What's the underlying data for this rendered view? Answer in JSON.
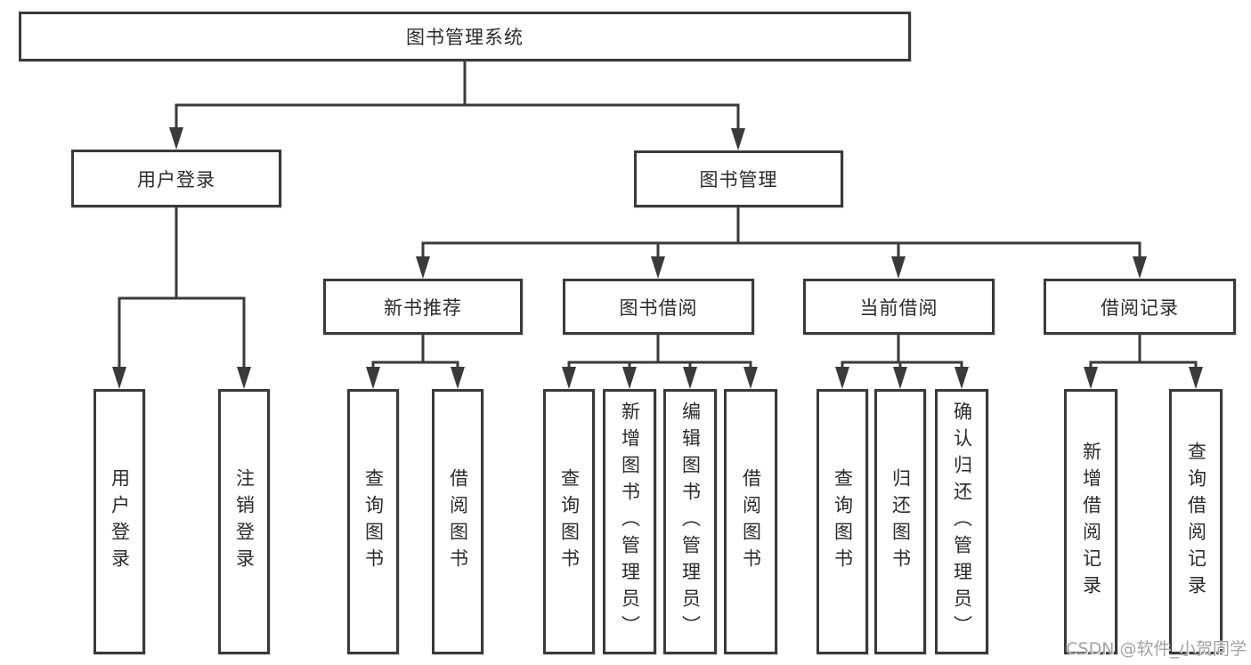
{
  "colors": {
    "line": "#3a3a3a",
    "border": "#3a3a3a",
    "text": "#2b2b2b",
    "watermark_text": "#a3a3a3",
    "background": "#ffffff"
  },
  "nodes": {
    "root": {
      "label": "图书管理系统"
    },
    "level2": [
      {
        "label": "用户登录"
      },
      {
        "label": "图书管理"
      }
    ],
    "level3": [
      {
        "label": "新书推荐"
      },
      {
        "label": "图书借阅"
      },
      {
        "label": "当前借阅"
      },
      {
        "label": "借阅记录"
      }
    ],
    "level4": [
      {
        "label": "用户登录"
      },
      {
        "label": "注销登录"
      },
      {
        "label": "查询图书"
      },
      {
        "label": "借阅图书"
      },
      {
        "label": "查询图书"
      },
      {
        "label": "新增图书（管理员）"
      },
      {
        "label": "编辑图书（管理员）"
      },
      {
        "label": "借阅图书"
      },
      {
        "label": "查询图书"
      },
      {
        "label": "归还图书"
      },
      {
        "label": "确认归还（管理员）"
      },
      {
        "label": "新增借阅记录"
      },
      {
        "label": "查询借阅记录"
      }
    ]
  },
  "watermark": {
    "text": "CSDN @软件_小贺同学"
  }
}
